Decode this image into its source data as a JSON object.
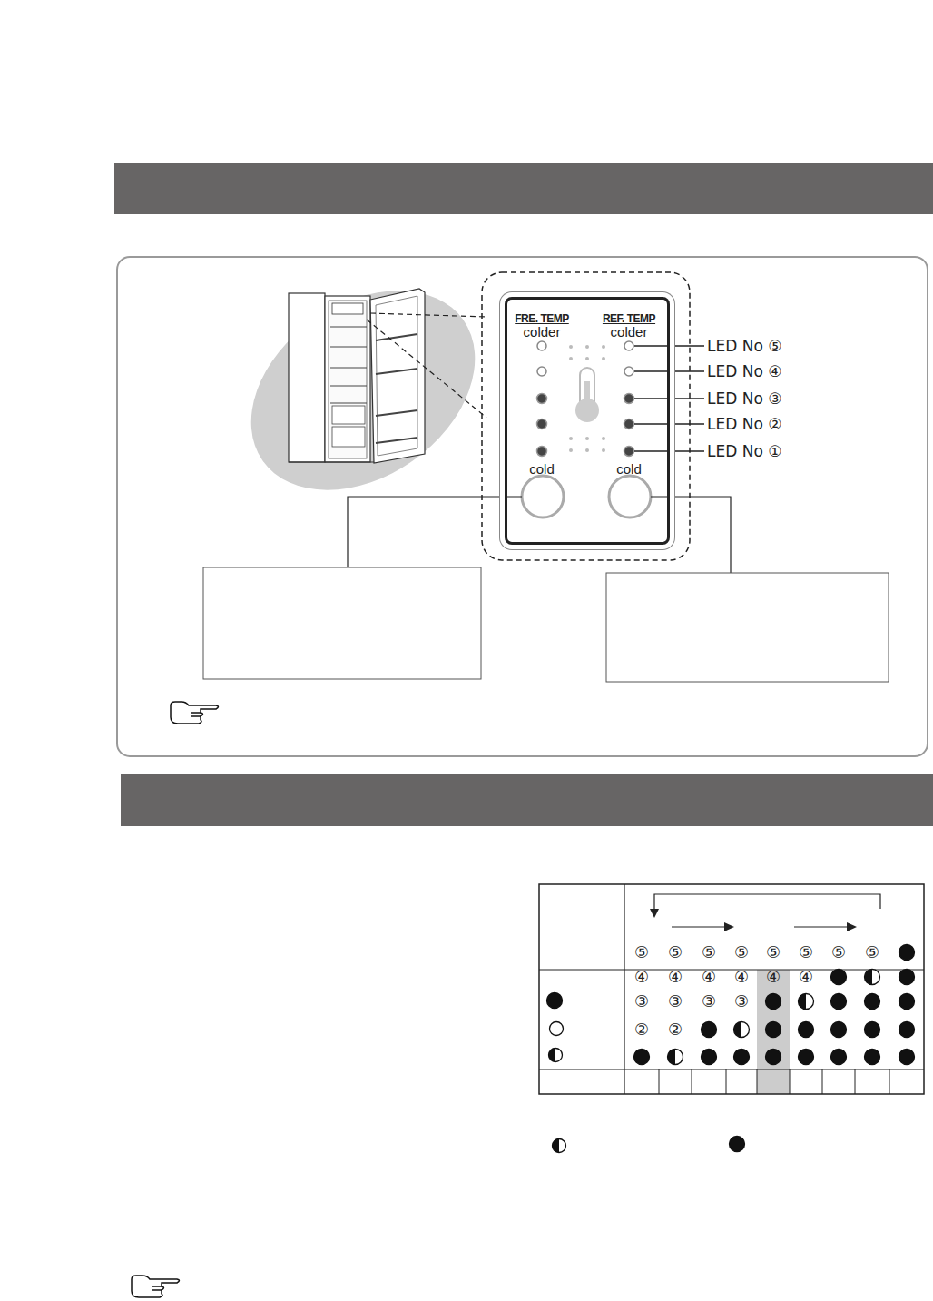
{
  "diagram": {
    "nodes": [
      {
        "text": [
          "FRE. TEMP",
          "colder",
          "REF. TEMP",
          "colder",
          "cold",
          "cold"
        ]
      }
    ],
    "labels": [
      "LED No ⑤",
      "LED No ④",
      "LED No ③",
      "LED No ②",
      "LED No ①",
      "⑤",
      "⑤",
      "⑤",
      "⑤",
      "⑤",
      "⑤",
      "⑤",
      "⑤",
      "④",
      "④",
      "④",
      "④",
      "④",
      "④",
      "③",
      "③",
      "③",
      "③",
      "②",
      "②"
    ]
  }
}
